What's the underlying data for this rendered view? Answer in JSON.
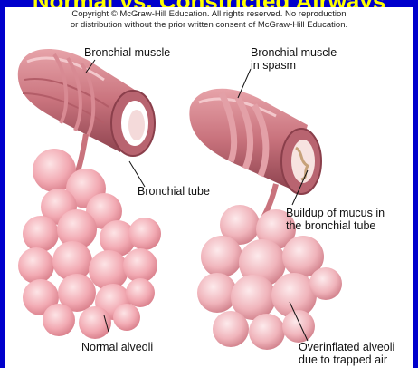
{
  "title": "Normal vs. Constricted Airways",
  "copyright": {
    "line1": "Copyright © McGraw-Hill Education.  All rights reserved. No reproduction",
    "line2": "or distribution without the prior written consent of McGraw-Hill Education."
  },
  "labels": {
    "bronchial_muscle": "Bronchial muscle",
    "spasm_line1": "Bronchial muscle",
    "spasm_line2": "in spasm",
    "bronchial_tube": "Bronchial tube",
    "mucus_line1": "Buildup of mucus in",
    "mucus_line2": "the bronchial tube",
    "normal_alveoli": "Normal alveoli",
    "over_line1": "Overinflated alveoli",
    "over_line2": "due to trapped air"
  }
}
